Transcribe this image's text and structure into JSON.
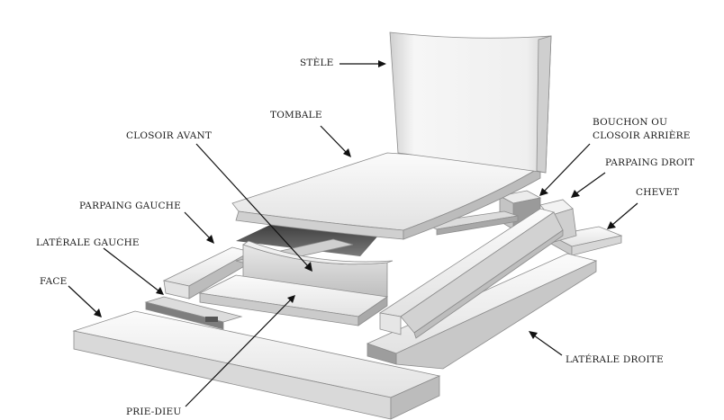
{
  "labels": {
    "stele": "STÈLE",
    "tombale": "TOMBALE",
    "closoir_avant": "CLOSOIR AVANT",
    "bouchon_line1": "BOUCHON OU",
    "bouchon_line2": "CLOSOIR ARRIÈRE",
    "parpaing_droit": "PARPAING DROIT",
    "parpaing_gauche": "PARPAING GAUCHE",
    "chevet": "CHEVET",
    "laterale_gauche": "LATÉRALE GAUCHE",
    "face": "FACE",
    "laterale_droite": "LATÉRALE DROITE",
    "prie_dieu": "PRIE-DIEU"
  },
  "colors": {
    "stone_light": "#f4f4f4",
    "stone_mid": "#e3e3e3",
    "stone_shadow": "#b9b9b9",
    "stone_dark": "#555555",
    "ink": "#111111"
  }
}
